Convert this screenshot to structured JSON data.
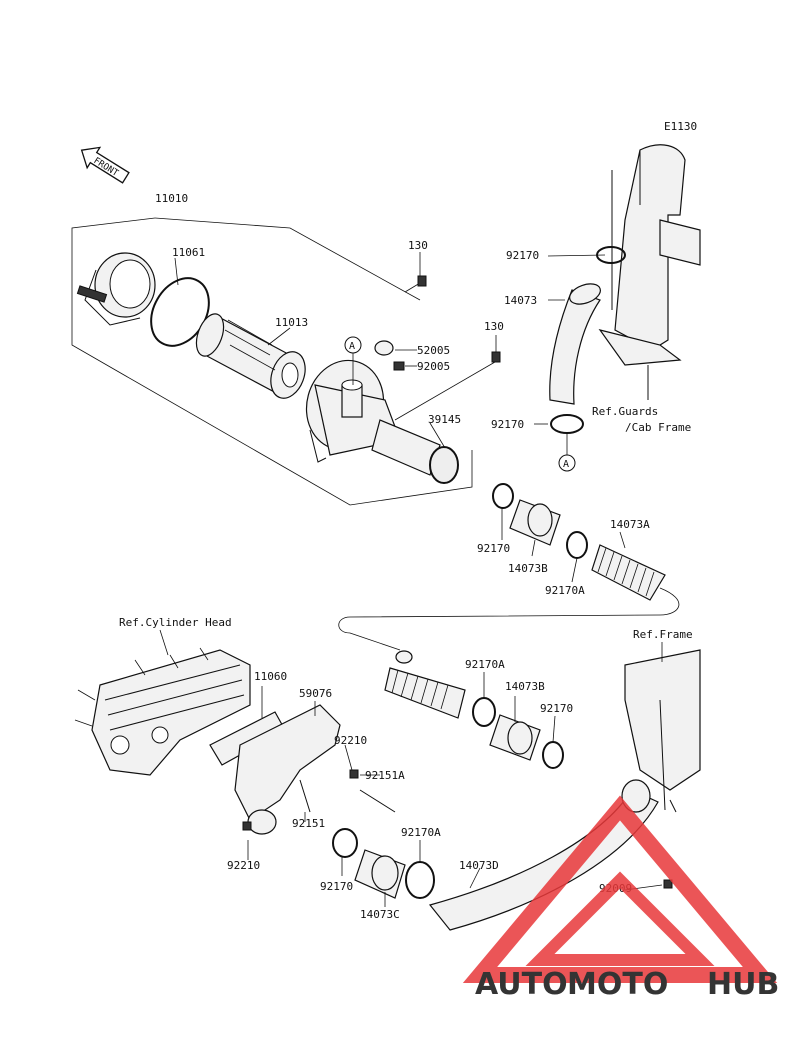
{
  "diagram": {
    "code": "E1130",
    "front_label": "FRONT",
    "callout_a": "A",
    "parts": [
      {
        "id": "p11010",
        "label": "11010"
      },
      {
        "id": "p11061",
        "label": "11061"
      },
      {
        "id": "p11013",
        "label": "11013"
      },
      {
        "id": "p130a",
        "label": "130"
      },
      {
        "id": "p130b",
        "label": "130"
      },
      {
        "id": "p52005",
        "label": "52005"
      },
      {
        "id": "p92005",
        "label": "92005"
      },
      {
        "id": "p39145",
        "label": "39145"
      },
      {
        "id": "p92170a",
        "label": "92170"
      },
      {
        "id": "p14073",
        "label": "14073"
      },
      {
        "id": "p92170b",
        "label": "92170"
      },
      {
        "id": "p92170c",
        "label": "92170"
      },
      {
        "id": "p14073B1",
        "label": "14073B"
      },
      {
        "id": "p92170A1",
        "label": "92170A"
      },
      {
        "id": "p14073A",
        "label": "14073A"
      },
      {
        "id": "p92170A2",
        "label": "92170A"
      },
      {
        "id": "p14073B2",
        "label": "14073B"
      },
      {
        "id": "p92170d",
        "label": "92170"
      },
      {
        "id": "p11060",
        "label": "11060"
      },
      {
        "id": "p59076",
        "label": "59076"
      },
      {
        "id": "p92210a",
        "label": "92210"
      },
      {
        "id": "p92151A",
        "label": "92151A"
      },
      {
        "id": "p92151",
        "label": "92151"
      },
      {
        "id": "p92210b",
        "label": "92210"
      },
      {
        "id": "p92170e",
        "label": "92170"
      },
      {
        "id": "p92170A3",
        "label": "92170A"
      },
      {
        "id": "p14073C",
        "label": "14073C"
      },
      {
        "id": "p14073D",
        "label": "14073D"
      },
      {
        "id": "p92009",
        "label": "92009"
      }
    ],
    "references": {
      "guards_line1": "Ref.Guards",
      "guards_line2": "/Cab Frame",
      "cylinder_head": "Ref.Cylinder Head",
      "frame": "Ref.Frame"
    }
  },
  "watermark": {
    "part1": "AUTO",
    "part2": "MOTO",
    "part3": "HUB",
    "color_main": "#f39c6b",
    "color_hub": "#6b6b6b",
    "triangle_color": "#e8383a"
  }
}
